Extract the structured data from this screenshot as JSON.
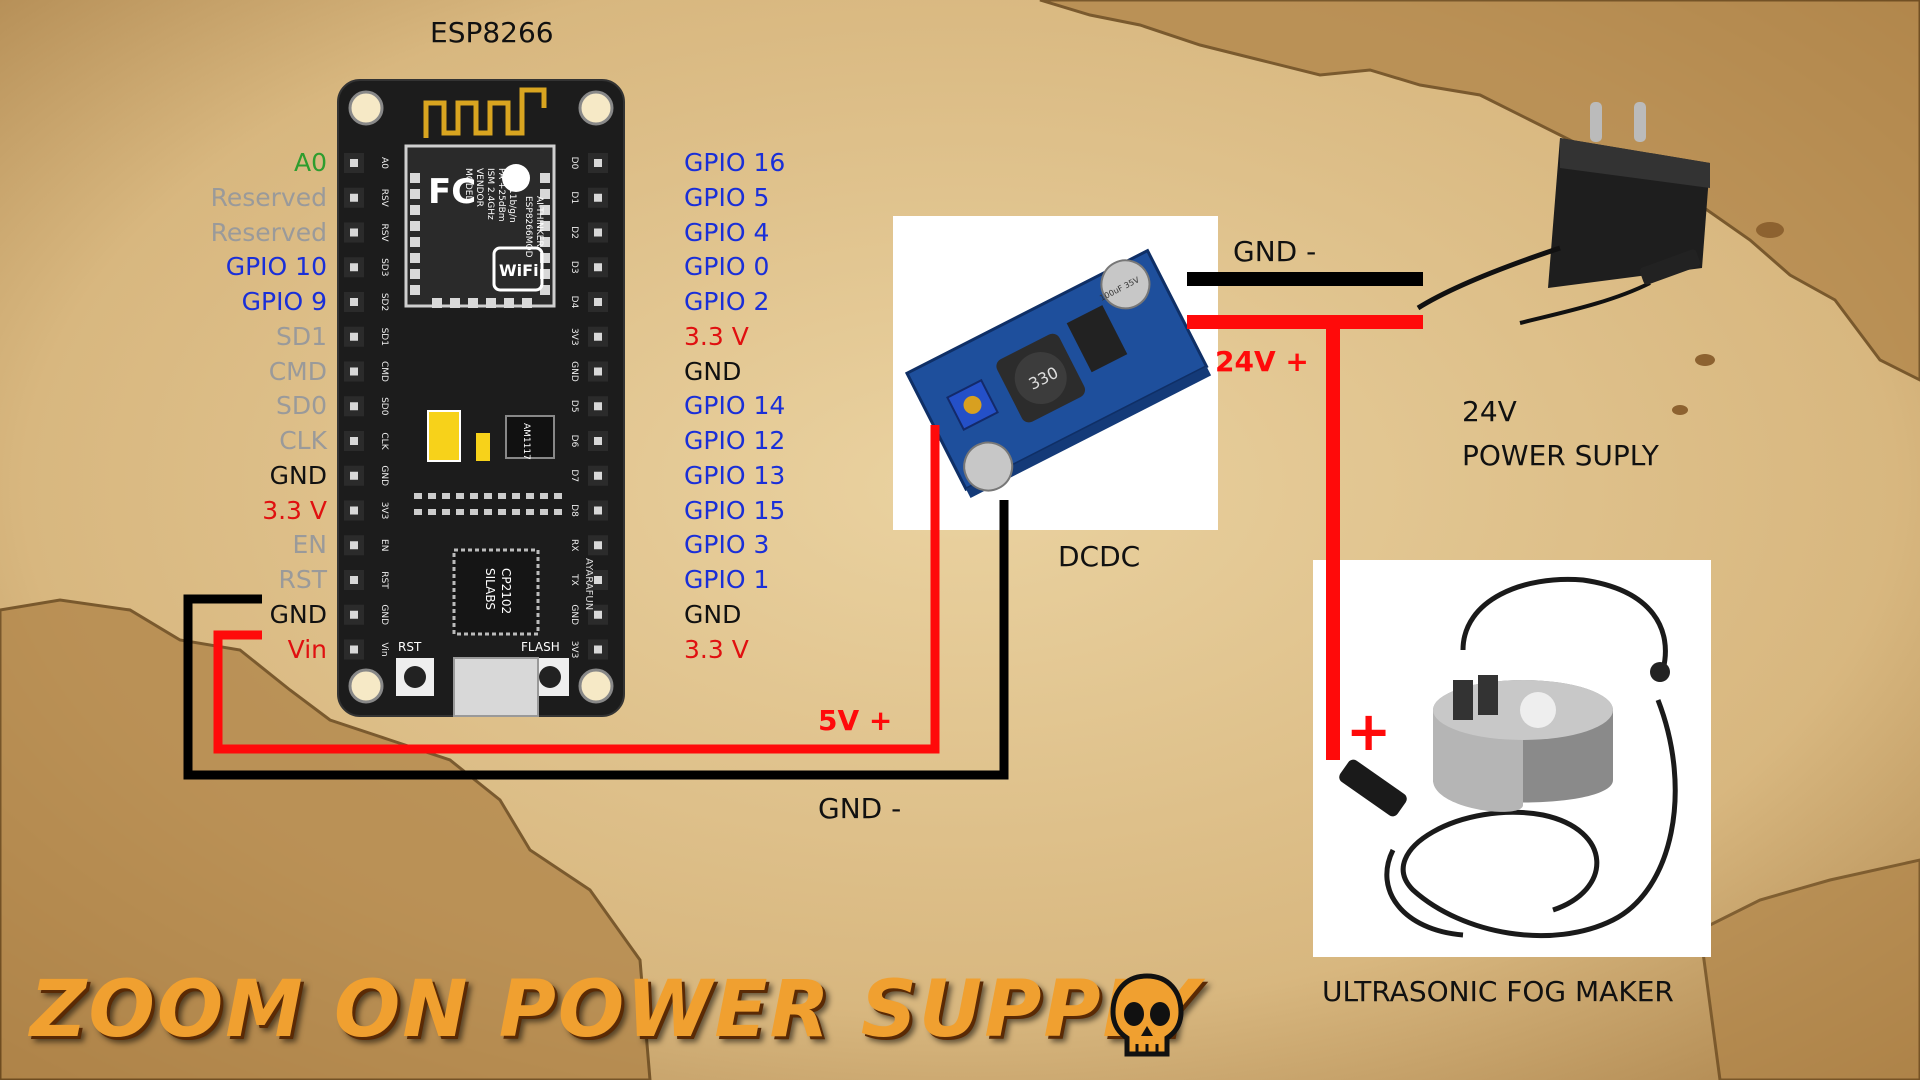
{
  "board": {
    "title": "ESP8266",
    "left_pins": [
      {
        "label": "A0",
        "color": "#2e9d2e"
      },
      {
        "label": "Reserved",
        "color": "#9a9a9a"
      },
      {
        "label": "Reserved",
        "color": "#9a9a9a"
      },
      {
        "label": "GPIO 10",
        "color": "#1a2fd8"
      },
      {
        "label": "GPIO 9",
        "color": "#1a2fd8"
      },
      {
        "label": "SD1",
        "color": "#9a9a9a"
      },
      {
        "label": "CMD",
        "color": "#9a9a9a"
      },
      {
        "label": "SD0",
        "color": "#9a9a9a"
      },
      {
        "label": "CLK",
        "color": "#9a9a9a"
      },
      {
        "label": "GND",
        "color": "#111111"
      },
      {
        "label": "3.3 V",
        "color": "#e01010"
      },
      {
        "label": "EN",
        "color": "#9a9a9a"
      },
      {
        "label": "RST",
        "color": "#9a9a9a"
      },
      {
        "label": "GND",
        "color": "#111111"
      },
      {
        "label": "Vin",
        "color": "#e01010"
      }
    ],
    "right_pins": [
      {
        "label": "GPIO 16",
        "color": "#1a2fd8"
      },
      {
        "label": "GPIO 5",
        "color": "#1a2fd8"
      },
      {
        "label": "GPIO 4",
        "color": "#1a2fd8"
      },
      {
        "label": "GPIO 0",
        "color": "#1a2fd8"
      },
      {
        "label": "GPIO 2",
        "color": "#1a2fd8"
      },
      {
        "label": "3.3 V",
        "color": "#e01010"
      },
      {
        "label": "GND",
        "color": "#111111"
      },
      {
        "label": "GPIO 14",
        "color": "#1a2fd8"
      },
      {
        "label": "GPIO 12",
        "color": "#1a2fd8"
      },
      {
        "label": "GPIO 13",
        "color": "#1a2fd8"
      },
      {
        "label": "GPIO 15",
        "color": "#1a2fd8"
      },
      {
        "label": "GPIO 3",
        "color": "#1a2fd8"
      },
      {
        "label": "GPIO 1",
        "color": "#1a2fd8"
      },
      {
        "label": "GND",
        "color": "#111111"
      },
      {
        "label": "3.3 V",
        "color": "#e01010"
      }
    ],
    "silk_left": [
      "A0",
      "RSV",
      "RSV",
      "SD3",
      "SD2",
      "SD1",
      "CMD",
      "SD0",
      "CLK",
      "GND",
      "3V3",
      "EN",
      "RST",
      "GND",
      "Vin"
    ],
    "silk_right": [
      "D0",
      "D1",
      "D2",
      "D3",
      "D4",
      "3V3",
      "GND",
      "D5",
      "D6",
      "D7",
      "D8",
      "RX",
      "TX",
      "GND",
      "3V3"
    ],
    "module_text": {
      "fc": "FC",
      "model_lines": [
        "MODEL",
        "VENDOR",
        "ISM 2.4GHz",
        "PA +25dBm",
        "802.11b/g/n"
      ],
      "vendor_lines": [
        "ESP8266MOD",
        "AI-THINKER"
      ],
      "wifi": "WiFi",
      "chip_lines": [
        "SILABS",
        "CP2102"
      ],
      "regulator": "AM1117",
      "brand": "AYARAFUN",
      "rst": "RST",
      "flash": "FLASH"
    }
  },
  "dcdc": {
    "label": "DCDC",
    "cap_text": "100uF 35V",
    "inductor_text": "330"
  },
  "power_supply": {
    "label_line1": "24V",
    "label_line2": "POWER SUPLY"
  },
  "fog_maker": {
    "label": "ULTRASONIC FOG MAKER",
    "plus": "+"
  },
  "wires": {
    "gnd_top": "GND -",
    "v24": "24V +",
    "v5": "5V +",
    "gnd_bottom": "GND -"
  },
  "title": {
    "text": "ZOOM ON POWER SUPPLY",
    "icon": "skull-icon"
  },
  "colors": {
    "wire_red": "#ff0a0a",
    "wire_black": "#000000",
    "board": "#1c1c1c",
    "pcb_blue": "#1e4f9c",
    "title_orange": "#f0a030"
  }
}
